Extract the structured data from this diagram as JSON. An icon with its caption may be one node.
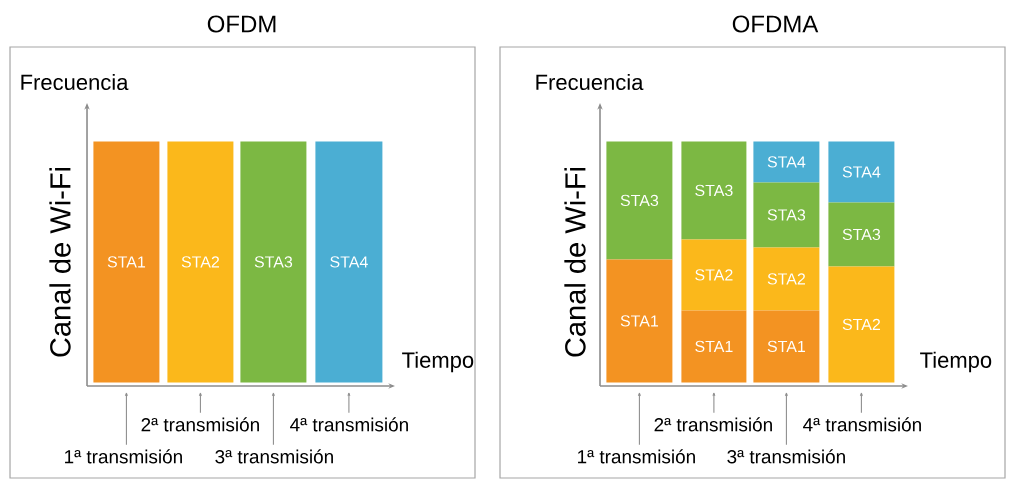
{
  "diagram": {
    "nodes": [
      {
        "text": [
          "OFDM",
          "Frecuencia",
          "Canal de Wi-Fi",
          "Tiempo"
        ]
      },
      {
        "text": [
          "STA1"
        ],
        "in": 0
      },
      {
        "text": [
          "STA2"
        ],
        "in": 0
      },
      {
        "text": [
          "STA3"
        ],
        "in": 0
      },
      {
        "text": [
          "STA4"
        ],
        "in": 0
      },
      {
        "text": [
          "OFDMA",
          "Frecuencia",
          "Canal de Wi-Fi",
          "Tiempo"
        ]
      },
      {
        "text": [
          "STA3"
        ],
        "in": 5
      },
      {
        "text": [
          "STA1"
        ],
        "in": 5
      },
      {
        "text": [
          "STA3"
        ],
        "in": 5
      },
      {
        "text": [
          "STA2"
        ],
        "in": 5
      },
      {
        "text": [
          "STA1"
        ],
        "in": 5
      },
      {
        "text": [
          "STA4"
        ],
        "in": 5
      },
      {
        "text": [
          "STA3"
        ],
        "in": 5
      },
      {
        "text": [
          "STA2"
        ],
        "in": 5
      },
      {
        "text": [
          "STA1"
        ],
        "in": 5
      },
      {
        "text": [
          "STA4"
        ],
        "in": 5
      },
      {
        "text": [
          "STA3"
        ],
        "in": 5
      },
      {
        "text": [
          "STA2"
        ],
        "in": 5
      },
      {
        "text": [
          "2ª transmisión"
        ],
        "in": 0
      },
      {
        "text": [
          "4ª transmisión"
        ],
        "in": 0
      },
      {
        "text": [
          "1ª transmisión"
        ],
        "in": 0
      },
      {
        "text": [
          "3ª transmisión"
        ],
        "in": 0
      },
      {
        "text": [
          "2ª transmisión"
        ],
        "in": 5
      },
      {
        "text": [
          "4ª transmisión"
        ],
        "in": 5
      },
      {
        "text": [
          "1ª transmisión"
        ],
        "in": 5
      },
      {
        "text": [
          "3ª transmisión"
        ],
        "in": 5
      }
    ],
    "edges": [
      {
        "from": 20,
        "to": 1,
        "arrow": "to"
      },
      {
        "from": 18,
        "to": 2,
        "arrow": "to"
      },
      {
        "from": 21,
        "to": 3,
        "arrow": "to"
      },
      {
        "from": 19,
        "to": 4,
        "arrow": "to"
      },
      {
        "from": 24,
        "to": 7,
        "arrow": "to"
      },
      {
        "from": 22,
        "to": 10,
        "arrow": "to"
      },
      {
        "from": 25,
        "to": 14,
        "arrow": "to"
      },
      {
        "from": 23,
        "to": 17,
        "arrow": "to"
      }
    ]
  }
}
